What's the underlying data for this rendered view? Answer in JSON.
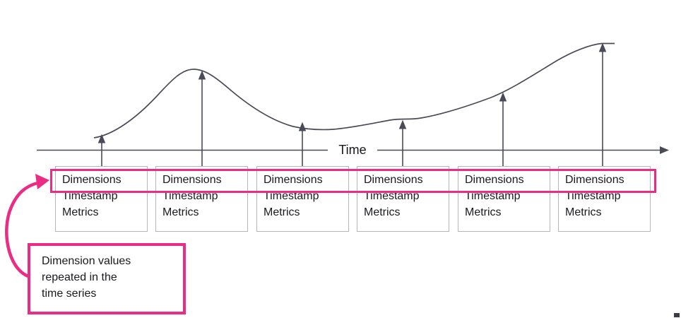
{
  "axis": {
    "label": "Time"
  },
  "boxes": [
    {
      "rows": [
        "Dimensions",
        "Timestamp",
        "Metrics"
      ]
    },
    {
      "rows": [
        "Dimensions",
        "Timestamp",
        "Metrics"
      ]
    },
    {
      "rows": [
        "Dimensions",
        "Timestamp",
        "Metrics"
      ]
    },
    {
      "rows": [
        "Dimensions",
        "Timestamp",
        "Metrics"
      ]
    },
    {
      "rows": [
        "Dimensions",
        "Timestamp",
        "Metrics"
      ]
    },
    {
      "rows": [
        "Dimensions",
        "Timestamp",
        "Metrics"
      ]
    }
  ],
  "callout": {
    "text": "Dimension values repeated in the time series",
    "lines": [
      "Dimension values",
      "repeated in the",
      "time series"
    ]
  },
  "colors": {
    "accent_pink": "#ea2c84",
    "diagram_line": "#4a4b57",
    "text": "#1a1a1e",
    "box_border": "#b5b6bd"
  }
}
